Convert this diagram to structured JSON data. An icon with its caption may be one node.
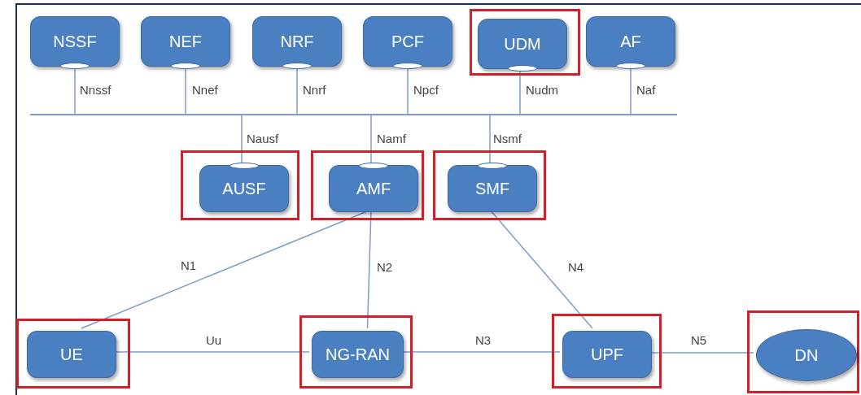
{
  "diagram": {
    "nodes": [
      {
        "text": [
          "NSSF"
        ]
      },
      {
        "text": [
          "NEF"
        ]
      },
      {
        "text": [
          "NRF"
        ]
      },
      {
        "text": [
          "PCF"
        ]
      },
      {
        "text": [],
        "shape": "box"
      },
      {
        "text": [
          "UDM"
        ],
        "in": 4
      },
      {
        "text": [
          "AF"
        ]
      },
      {
        "text": [],
        "shape": "bar"
      },
      {
        "text": [],
        "shape": "box"
      },
      {
        "text": [
          "AUSF"
        ],
        "in": 8
      },
      {
        "text": [],
        "shape": "box"
      },
      {
        "text": [
          "AMF"
        ],
        "in": 10
      },
      {
        "text": [],
        "shape": "box"
      },
      {
        "text": [
          "SMF"
        ],
        "in": 12
      },
      {
        "text": [],
        "shape": "box"
      },
      {
        "text": [
          "UE"
        ],
        "in": 14
      },
      {
        "text": [],
        "shape": "box"
      },
      {
        "text": [
          "NG-RAN"
        ],
        "in": 16
      },
      {
        "text": [],
        "shape": "box"
      },
      {
        "text": [
          "UPF"
        ],
        "in": 18
      },
      {
        "text": [],
        "shape": "box"
      },
      {
        "text": [
          "DN"
        ],
        "in": 20
      }
    ],
    "edges": [
      {
        "from": 0,
        "to": 7,
        "arrow": "none",
        "label": "Nnssf"
      },
      {
        "from": 1,
        "to": 7,
        "arrow": "none",
        "label": "Nnef"
      },
      {
        "from": 2,
        "to": 7,
        "arrow": "none",
        "label": "Nnrf"
      },
      {
        "from": 3,
        "to": 7,
        "arrow": "none",
        "label": "Npcf"
      },
      {
        "from": 5,
        "to": 7,
        "arrow": "none",
        "label": "Nudm"
      },
      {
        "from": 6,
        "to": 7,
        "arrow": "none",
        "label": "Naf"
      },
      {
        "from": 9,
        "to": 7,
        "arrow": "none",
        "label": "Nausf"
      },
      {
        "from": 11,
        "to": 7,
        "arrow": "none",
        "label": "Namf"
      },
      {
        "from": 13,
        "to": 7,
        "arrow": "none",
        "label": "Nsmf"
      },
      {
        "from": 11,
        "to": 15,
        "arrow": "none",
        "label": "N1"
      },
      {
        "from": 11,
        "to": 17,
        "arrow": "none",
        "label": "N2"
      },
      {
        "from": 13,
        "to": 19,
        "arrow": "none",
        "label": "N4"
      },
      {
        "from": 15,
        "to": 17,
        "arrow": "none",
        "label": "Uu"
      },
      {
        "from": 17,
        "to": 19,
        "arrow": "none",
        "label": "N3"
      },
      {
        "from": 19,
        "to": 21,
        "arrow": "none",
        "label": "N5"
      }
    ]
  }
}
